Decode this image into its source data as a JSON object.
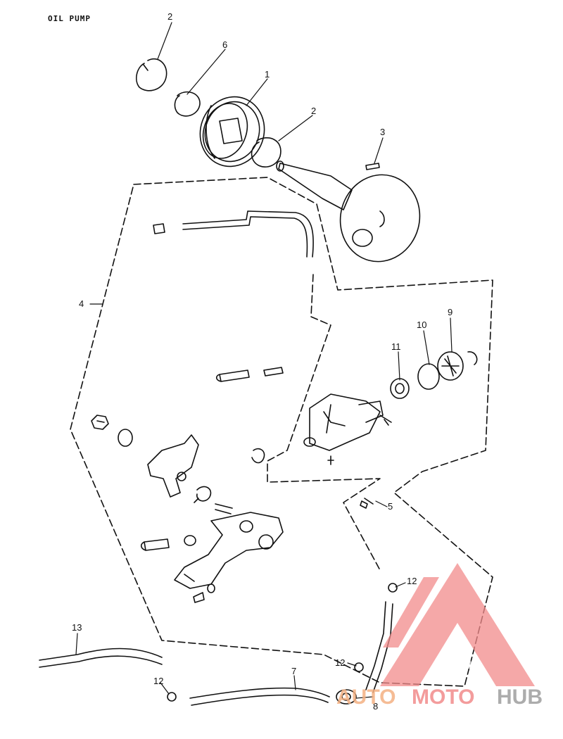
{
  "title": "OIL PUMP",
  "callouts": {
    "c1": "1",
    "c2a": "2",
    "c2b": "2",
    "c3": "3",
    "c4": "4",
    "c5": "5",
    "c6": "6",
    "c7": "7",
    "c8": "8",
    "c9": "9",
    "c10": "10",
    "c11": "11",
    "c12a": "12",
    "c12b": "12",
    "c12c": "12",
    "c13": "13"
  },
  "watermark": {
    "part1": "AUTO",
    "part2": "MOTO",
    "part3": "HUB",
    "color_auto": "#f4b183",
    "color_moto": "#f28b8b",
    "color_hub": "#9e9e9e",
    "logo_color": "#f28b8b"
  }
}
